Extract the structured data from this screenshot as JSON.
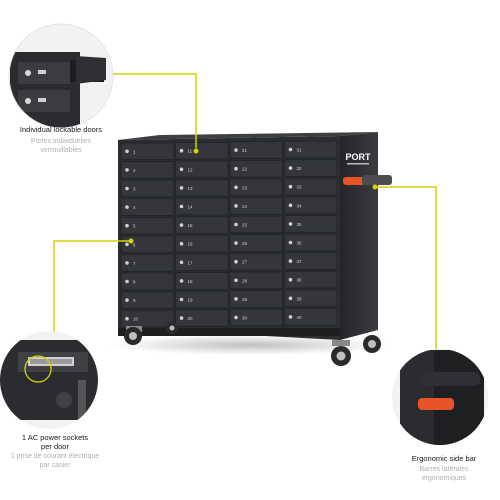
{
  "callouts": {
    "doors": {
      "title": "Individual lockable doors",
      "subtitle_1": "Portes individuelles",
      "subtitle_2": "verrouillables"
    },
    "power": {
      "title_1": "1 AC power sockets",
      "title_2": "per door",
      "subtitle_1": "1 prise de courant électrique",
      "subtitle_2": "par casier"
    },
    "sidebar": {
      "title": "Ergonomic side bar",
      "subtitle_1": "Barres latérales",
      "subtitle_2": "ergonomiques"
    }
  },
  "brand": {
    "logo": "PORT"
  },
  "cabinet": {
    "columns": [
      [
        "1",
        "2",
        "3",
        "4",
        "5",
        "6",
        "7",
        "8",
        "9",
        "10"
      ],
      [
        "11",
        "12",
        "13",
        "14",
        "15",
        "16",
        "17",
        "18",
        "19",
        "20"
      ],
      [
        "21",
        "22",
        "23",
        "24",
        "25",
        "26",
        "27",
        "28",
        "29",
        "30"
      ],
      [
        "31",
        "32",
        "33",
        "34",
        "35",
        "36",
        "37",
        "38",
        "39",
        "40"
      ]
    ]
  },
  "colors": {
    "accent_line": "#d4d400",
    "handle": "#e8542a",
    "cabinet": "#2b2d30",
    "door": "#34363a"
  }
}
